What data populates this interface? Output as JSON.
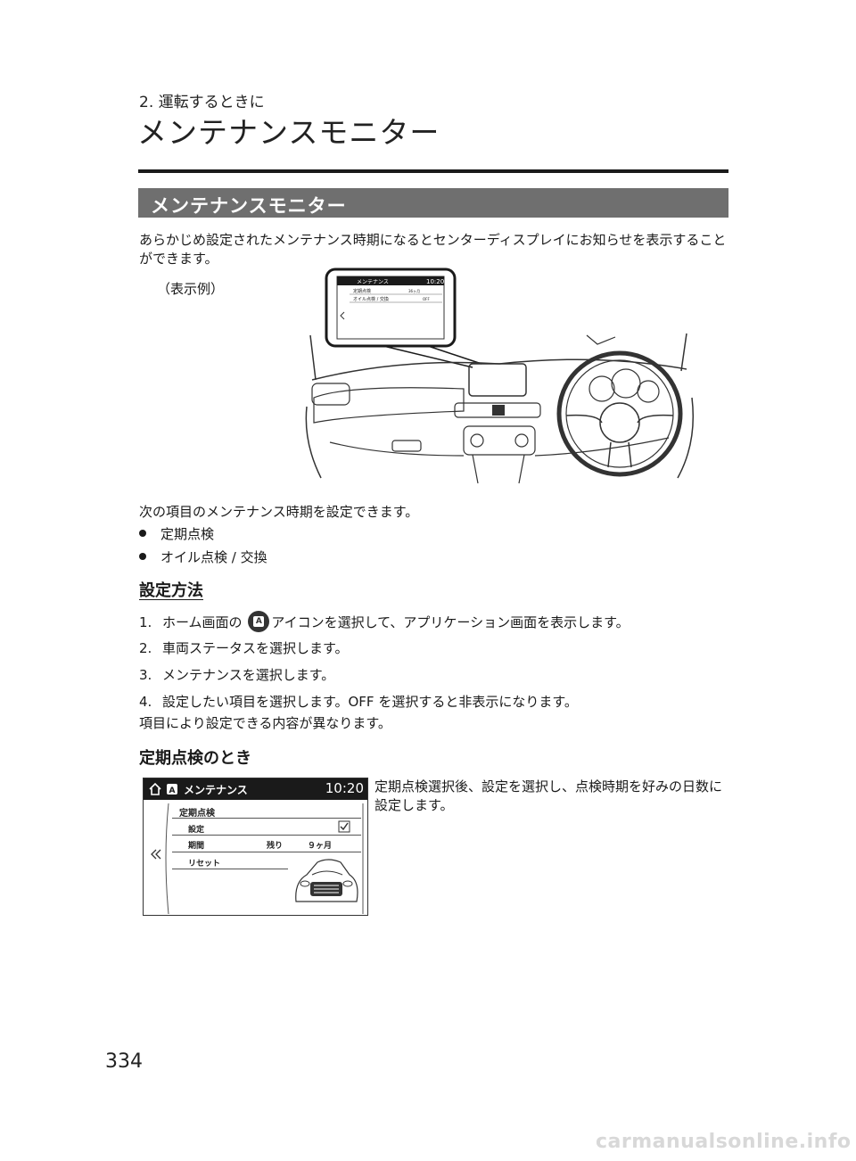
{
  "header": {
    "chapter": "2. 運転するときに",
    "title": "メンテナンスモニター"
  },
  "section": {
    "title": "メンテナンスモニター",
    "intro": "あらかじめ設定されたメンテナンス時期になるとセンターディスプレイにお知らせを表示することができます。",
    "example_label": "（表示例）"
  },
  "mini_screen": {
    "title": "メンテナンス",
    "clock": "10:20",
    "row1_label": "定期点検",
    "row1_value": "36ヶ月",
    "row2_label": "オイル点検 / 交換",
    "row2_value": "OFF"
  },
  "items": {
    "lead": "次の項目のメンテナンス時期を設定できます。",
    "list": [
      "定期点検",
      "オイル点検 / 交換"
    ]
  },
  "setup": {
    "heading": "設定方法",
    "steps": [
      {
        "num": "1.",
        "before": "ホーム画面の",
        "after": "アイコンを選択して、アプリケーション画面を表示します。"
      },
      {
        "num": "2.",
        "text": "車両ステータスを選択します。"
      },
      {
        "num": "3.",
        "text": "メンテナンスを選択します。"
      },
      {
        "num": "4.",
        "text": "設定したい項目を選択します。OFF を選択すると非表示になります。"
      }
    ],
    "note": "項目により設定できる内容が異なります。"
  },
  "periodic": {
    "heading": "定期点検のとき",
    "description": "定期点検選択後、設定を選択し、点検時期を好みの日数に設定します。"
  },
  "screen": {
    "title": "メンテナンス",
    "clock": "10:20",
    "heading": "定期点検",
    "row_setting": "設定",
    "row_period": "期間",
    "row_period_remaining": "残り",
    "row_period_value": "９ヶ月",
    "row_reset": "リセット",
    "icon_letter": "A"
  },
  "footer": {
    "page_number": "334",
    "watermark": "carmanualsonline.info"
  }
}
